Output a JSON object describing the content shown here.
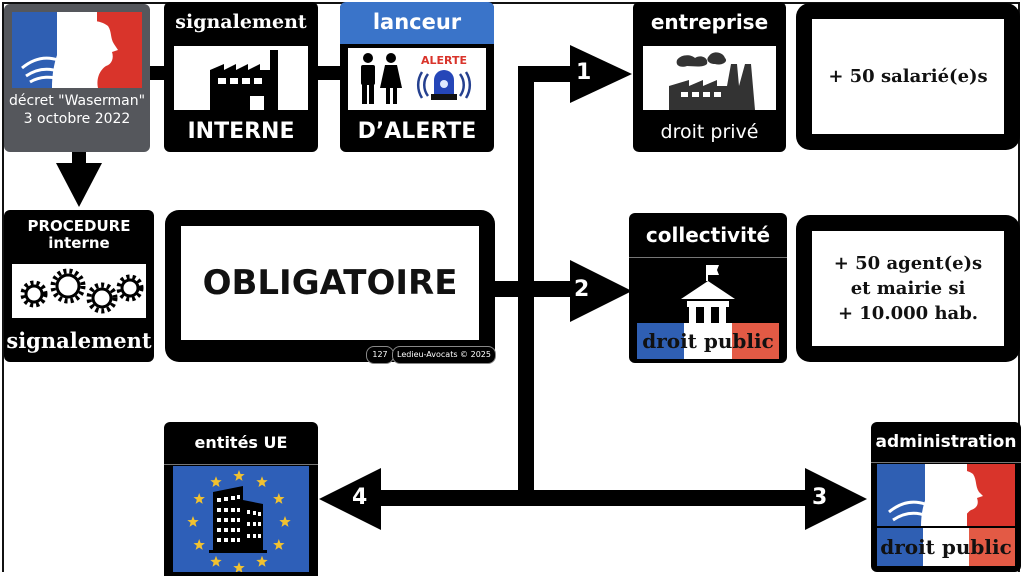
{
  "decree": {
    "line1": "décret \"Waserman\"",
    "line2": "3 octobre 2022",
    "icon": "marianne-icon"
  },
  "signalement_interne": {
    "header": "signalement",
    "footer": "INTERNE",
    "icon": "factory-icon"
  },
  "lanceur_alerte": {
    "header": "lanceur",
    "footer": "D’ALERTE",
    "badge": "ALERTE",
    "icon": "people-and-siren-icon"
  },
  "procedure": {
    "header_line1": "PROCEDURE",
    "header_line2": "interne",
    "footer": "signalement",
    "icon": "gears-icon"
  },
  "obligatoire": {
    "label": "OBLIGATOIRE",
    "page_number": "127",
    "copyright": "Ledieu-Avocats © 2025"
  },
  "branches": [
    {
      "number": "1",
      "target": "entreprise"
    },
    {
      "number": "2",
      "target": "collectivite"
    },
    {
      "number": "3",
      "target": "administration"
    },
    {
      "number": "4",
      "target": "entites_ue"
    }
  ],
  "entreprise": {
    "header": "entreprise",
    "footer": "droit privé",
    "icon": "factory-smoke-icon",
    "condition": "+ 50 salarié(e)s"
  },
  "collectivite": {
    "header": "collectivité",
    "footer": "droit public",
    "icon": "town-hall-icon",
    "condition_lines": [
      "+ 50 agent(e)s",
      "et mairie si",
      "+ 10.000 hab."
    ]
  },
  "administration": {
    "header": "administration",
    "footer": "droit public",
    "icon": "marianne-icon"
  },
  "entites_ue": {
    "header": "entités UE",
    "icon": "eu-building-icon"
  },
  "colors": {
    "france_blue": "#2f5fb3",
    "france_red": "#d9342b",
    "lanceur_blue": "#3a74c9",
    "eu_blue": "#2e5fb8",
    "eu_gold": "#f2c230",
    "decree_grey": "#55575c"
  }
}
